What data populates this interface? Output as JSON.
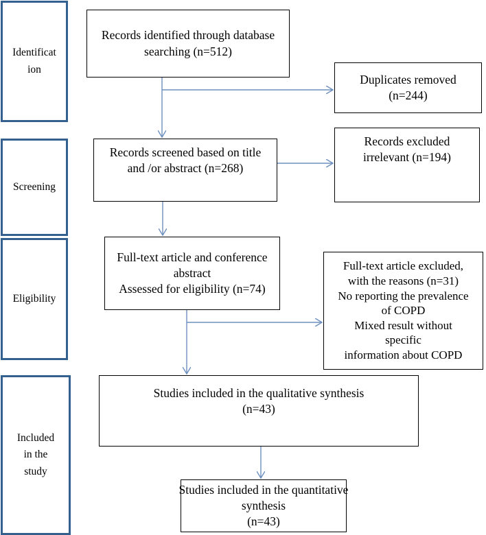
{
  "stages": {
    "identification": "Identificat ion",
    "screening": "Screening",
    "eligibility": "Eligibility",
    "included": "Included in the study"
  },
  "boxes": {
    "identified": [
      "Records identified through database",
      "searching (n=512)"
    ],
    "duplicates": [
      "Duplicates removed",
      "(n=244)"
    ],
    "screened": [
      "Records screened based on title",
      "and /or abstract (n=268)"
    ],
    "excluded_irrelevant": [
      "Records excluded",
      "irrelevant (n=194)"
    ],
    "fulltext": [
      "Full-text article and conference",
      "abstract",
      "Assessed for eligibility (n=74)"
    ],
    "fulltext_excluded": [
      "Full-text article excluded,",
      "with the reasons (n=31)",
      "No reporting the prevalence",
      "of COPD",
      "Mixed result without",
      "specific",
      "information about COPD"
    ],
    "qualitative": [
      "Studies included in the qualitative synthesis",
      "(n=43)"
    ],
    "quantitative": [
      "Studies included in the quantitative",
      "synthesis",
      "(n=43)"
    ]
  },
  "colors": {
    "stage_border": "#34608f",
    "arrow": "#6d8fbd",
    "box_border": "#000000"
  }
}
